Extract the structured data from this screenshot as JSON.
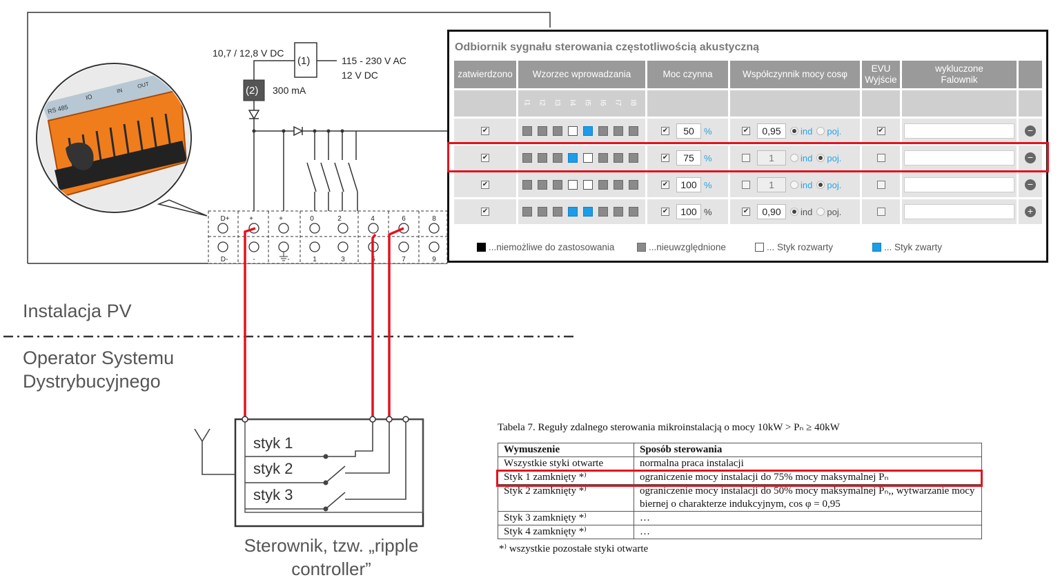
{
  "circuit": {
    "voltage_in": "10,7 / 12,8 V DC",
    "block1": "(1)",
    "block2": "(2)",
    "current": "300 mA",
    "voltage_ac": "115 - 230 V AC",
    "voltage_dc": "12 V DC",
    "top_terms": [
      "D+",
      "+",
      "+",
      "0",
      "2",
      "4",
      "6",
      "8"
    ],
    "bottom_terms": [
      "D-",
      "-",
      "-",
      "1",
      "3",
      "5",
      "7",
      "9"
    ],
    "connector_markings": [
      "RS 485",
      "IO",
      "IN",
      "OUT"
    ]
  },
  "zones": {
    "pv": "Instalacja PV",
    "osd_line1": "Operator Systemu",
    "osd_line2": "Dystrybucyjnego"
  },
  "controller": {
    "contacts": [
      "styk 1",
      "styk 2",
      "styk 3"
    ],
    "caption_line1": "Sterownik, tzw. „ripple",
    "caption_line2": "controller”"
  },
  "panel": {
    "title": "Odbiornik sygnału sterowania częstotliwością akustyczną",
    "headers": {
      "approved": "zatwierdzono",
      "pattern": "Wzorzec wprowadzania",
      "power": "Moc czynna",
      "cos_phi": "Współczynnik mocy cosφ",
      "evu_l1": "EVU",
      "evu_l2": "Wyjście",
      "excl_l1": "wykluczone",
      "excl_l2": "Falownik"
    },
    "pattern_inputs": [
      "I1",
      "I2",
      "I3",
      "I4",
      "I5",
      "I6",
      "I7",
      "I8"
    ],
    "radio_ind": "ind",
    "radio_poj": "poj.",
    "rows": [
      {
        "approved": "✔",
        "pattern": [
          "g",
          "g",
          "g",
          "w",
          "b",
          "g",
          "g",
          "g"
        ],
        "power_checked": "✔",
        "power": "50",
        "unit": "%",
        "cos_checked": "✔",
        "cos": "0,95",
        "ind": true,
        "evu": "✔",
        "btn": "−"
      },
      {
        "approved": "✔",
        "pattern": [
          "g",
          "g",
          "g",
          "b",
          "w",
          "g",
          "g",
          "g"
        ],
        "power_checked": "✔",
        "power": "75",
        "unit": "%",
        "cos_checked": "",
        "cos": "1",
        "ind": false,
        "evu": "",
        "btn": "−"
      },
      {
        "approved": "✔",
        "pattern": [
          "g",
          "g",
          "g",
          "w",
          "w",
          "g",
          "g",
          "g"
        ],
        "power_checked": "✔",
        "power": "100",
        "unit": "%",
        "cos_checked": "",
        "cos": "1",
        "ind": false,
        "evu": "",
        "btn": "−"
      },
      {
        "approved": "✔",
        "pattern": [
          "g",
          "g",
          "g",
          "b",
          "b",
          "g",
          "g",
          "g"
        ],
        "power_checked": "✔",
        "power": "100",
        "unit": "%",
        "cos_checked": "✔",
        "cos": "0,90",
        "ind": true,
        "evu": "",
        "btn": "+"
      }
    ],
    "legend": [
      {
        "swatch": "k",
        "text": "...niemożliwe do zastosowania"
      },
      {
        "swatch": "g",
        "text": "...nieuwzględnione"
      },
      {
        "swatch": "w",
        "text": "... Styk rozwarty"
      },
      {
        "swatch": "b",
        "text": "... Styk zwarty"
      }
    ]
  },
  "table7": {
    "caption": "Tabela 7. Reguły zdalnego sterowania mikroinstalacją o mocy 10kW > Pₙ ≥ 40kW",
    "headers": [
      "Wymuszenie",
      "Sposób sterowania"
    ],
    "rows": [
      [
        "Wszystkie styki otwarte",
        "normalna praca instalacji"
      ],
      [
        "Styk 1 zamknięty *⁾",
        "ograniczenie mocy instalacji do 75% mocy maksymalnej Pₙ"
      ],
      [
        "Styk 2 zamknięty *⁾",
        "ograniczenie mocy instalacji do 50% mocy maksymalnej Pₙ,, wytwarzanie mocy biernej o charakterze indukcyjnym, cos φ = 0,95"
      ],
      [
        "Styk 3 zamknięty *⁾",
        "…"
      ],
      [
        "Styk 4 zamknięty *⁾",
        "…"
      ]
    ],
    "footnote": "*⁾ wszystkie pozostałe styki otwarte"
  },
  "colors": {
    "highlight": "#e3121d",
    "wire": "#e3121d",
    "active_blue": "#1e9ce8"
  }
}
